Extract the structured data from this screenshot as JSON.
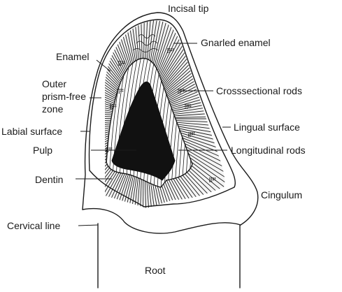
{
  "diagram": {
    "labels": {
      "incisal_tip": "Incisal tip",
      "gnarled_enamel": "Gnarled enamel",
      "enamel": "Enamel",
      "outer_zone_line1": "Outer",
      "outer_zone_line2": "prism-free",
      "outer_zone_line3": "zone",
      "crosssectional_rods": "Crosssectional rods",
      "lingual_surface": "Lingual surface",
      "labial_surface": "Labial surface",
      "pulp": "Pulp",
      "longitudinal_rods": "Longitudinal rods",
      "dentin": "Dentin",
      "cingulum": "Cingulum",
      "cervical_line": "Cervical line",
      "root": "Root"
    },
    "colors": {
      "ink": "#1a1a1a",
      "pulp": "#111111",
      "background": "#ffffff"
    }
  }
}
